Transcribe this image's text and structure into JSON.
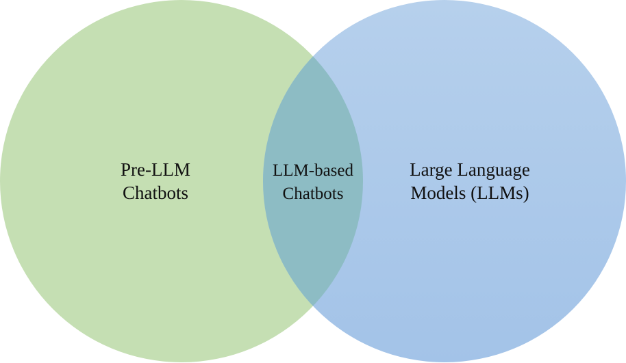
{
  "diagram": {
    "type": "venn",
    "sets": [
      {
        "id": "left",
        "lines": [
          "Pre-LLM",
          "Chatbots"
        ],
        "color": "#c5dfb3"
      },
      {
        "id": "right",
        "lines": [
          "Large Language",
          "Models (LLMs)"
        ],
        "color_top": "#b6d0ec",
        "color_bottom": "#a3c3e8"
      }
    ],
    "intersection": {
      "lines": [
        "LLM-based",
        "Chatbots"
      ],
      "color": "#8dbcc4"
    }
  }
}
